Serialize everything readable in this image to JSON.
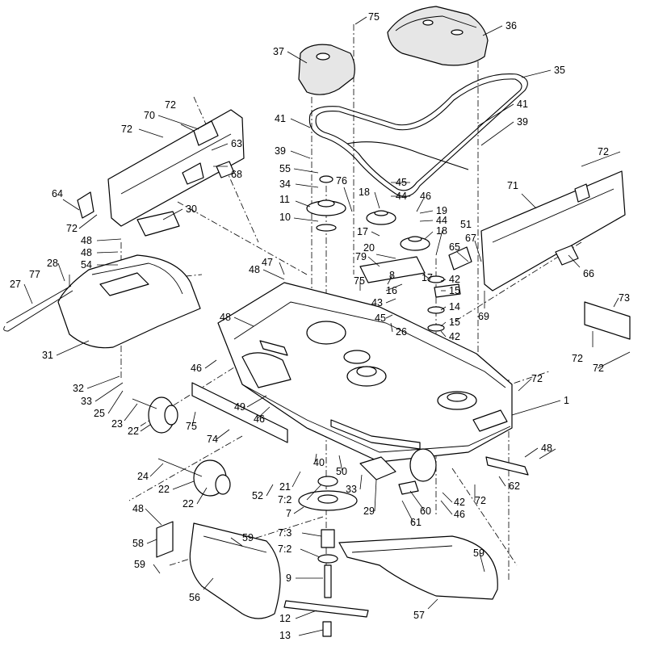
{
  "figure": {
    "callouts": [
      {
        "id": "c75a",
        "text": "75"
      },
      {
        "id": "c36",
        "text": "36"
      },
      {
        "id": "c37",
        "text": "37"
      },
      {
        "id": "c35",
        "text": "35"
      },
      {
        "id": "c72a",
        "text": "72"
      },
      {
        "id": "c70",
        "text": "70"
      },
      {
        "id": "c72b",
        "text": "72"
      },
      {
        "id": "c63",
        "text": "63"
      },
      {
        "id": "c41a",
        "text": "41"
      },
      {
        "id": "c41b",
        "text": "41"
      },
      {
        "id": "c39a",
        "text": "39"
      },
      {
        "id": "c39b",
        "text": "39"
      },
      {
        "id": "c68",
        "text": "68"
      },
      {
        "id": "c72c",
        "text": "72"
      },
      {
        "id": "c71",
        "text": "71"
      },
      {
        "id": "c55",
        "text": "55"
      },
      {
        "id": "c76",
        "text": "76"
      },
      {
        "id": "c34a",
        "text": "34"
      },
      {
        "id": "c45a",
        "text": "45"
      },
      {
        "id": "c64",
        "text": "64"
      },
      {
        "id": "c18a",
        "text": "18"
      },
      {
        "id": "c44a",
        "text": "44"
      },
      {
        "id": "c46a",
        "text": "46"
      },
      {
        "id": "c11",
        "text": "11"
      },
      {
        "id": "c19",
        "text": "19"
      },
      {
        "id": "c30",
        "text": "30"
      },
      {
        "id": "c72d",
        "text": "72"
      },
      {
        "id": "c10",
        "text": "10"
      },
      {
        "id": "c44b",
        "text": "44"
      },
      {
        "id": "c51",
        "text": "51"
      },
      {
        "id": "c17a",
        "text": "17"
      },
      {
        "id": "c18b",
        "text": "18"
      },
      {
        "id": "c48a",
        "text": "48"
      },
      {
        "id": "c67",
        "text": "67"
      },
      {
        "id": "c48b",
        "text": "48"
      },
      {
        "id": "c65",
        "text": "65"
      },
      {
        "id": "c20",
        "text": "20"
      },
      {
        "id": "c54",
        "text": "54"
      },
      {
        "id": "c47",
        "text": "47"
      },
      {
        "id": "c79",
        "text": "79"
      },
      {
        "id": "c8",
        "text": "8"
      },
      {
        "id": "c28",
        "text": "28"
      },
      {
        "id": "c48c",
        "text": "48"
      },
      {
        "id": "c17b",
        "text": "17"
      },
      {
        "id": "c42a",
        "text": "42"
      },
      {
        "id": "c66",
        "text": "66"
      },
      {
        "id": "c77",
        "text": "77"
      },
      {
        "id": "c75b",
        "text": "75"
      },
      {
        "id": "c16",
        "text": "16"
      },
      {
        "id": "c15a",
        "text": "15"
      },
      {
        "id": "c27",
        "text": "27"
      },
      {
        "id": "c43",
        "text": "43"
      },
      {
        "id": "c14",
        "text": "14"
      },
      {
        "id": "c73",
        "text": "73"
      },
      {
        "id": "c45b",
        "text": "45"
      },
      {
        "id": "c69",
        "text": "69"
      },
      {
        "id": "c48d",
        "text": "48"
      },
      {
        "id": "c15b",
        "text": "15"
      },
      {
        "id": "c26",
        "text": "26"
      },
      {
        "id": "c42b",
        "text": "42"
      },
      {
        "id": "c31",
        "text": "31"
      },
      {
        "id": "c72e",
        "text": "72"
      },
      {
        "id": "c46b",
        "text": "46"
      },
      {
        "id": "c72f",
        "text": "72"
      },
      {
        "id": "c72g",
        "text": "72"
      },
      {
        "id": "c32",
        "text": "32"
      },
      {
        "id": "c1",
        "text": "1"
      },
      {
        "id": "c33a",
        "text": "33"
      },
      {
        "id": "c25",
        "text": "25"
      },
      {
        "id": "c49",
        "text": "49"
      },
      {
        "id": "c23",
        "text": "23"
      },
      {
        "id": "c46c",
        "text": "46"
      },
      {
        "id": "c22a",
        "text": "22"
      },
      {
        "id": "c75c",
        "text": "75"
      },
      {
        "id": "c74",
        "text": "74"
      },
      {
        "id": "c48e",
        "text": "48"
      },
      {
        "id": "c40",
        "text": "40"
      },
      {
        "id": "c50",
        "text": "50"
      },
      {
        "id": "c24",
        "text": "24"
      },
      {
        "id": "c62",
        "text": "62"
      },
      {
        "id": "c22b",
        "text": "22"
      },
      {
        "id": "c52",
        "text": "52"
      },
      {
        "id": "c21",
        "text": "21"
      },
      {
        "id": "c72h",
        "text": "72"
      },
      {
        "id": "c7_2a",
        "text": "7:2"
      },
      {
        "id": "c33b",
        "text": "33"
      },
      {
        "id": "c42c",
        "text": "42"
      },
      {
        "id": "c22c",
        "text": "22"
      },
      {
        "id": "c29",
        "text": "29"
      },
      {
        "id": "c60",
        "text": "60"
      },
      {
        "id": "c46d",
        "text": "46"
      },
      {
        "id": "c48f",
        "text": "48"
      },
      {
        "id": "c7",
        "text": "7"
      },
      {
        "id": "c61",
        "text": "61"
      },
      {
        "id": "c58",
        "text": "58"
      },
      {
        "id": "c59a",
        "text": "59"
      },
      {
        "id": "c7_3",
        "text": "7:3"
      },
      {
        "id": "c59b",
        "text": "59"
      },
      {
        "id": "c7_2b",
        "text": "7:2"
      },
      {
        "id": "c59c",
        "text": "59"
      },
      {
        "id": "c9",
        "text": "9"
      },
      {
        "id": "c56",
        "text": "56"
      },
      {
        "id": "c57",
        "text": "57"
      },
      {
        "id": "c12",
        "text": "12"
      },
      {
        "id": "c13",
        "text": "13"
      }
    ]
  }
}
